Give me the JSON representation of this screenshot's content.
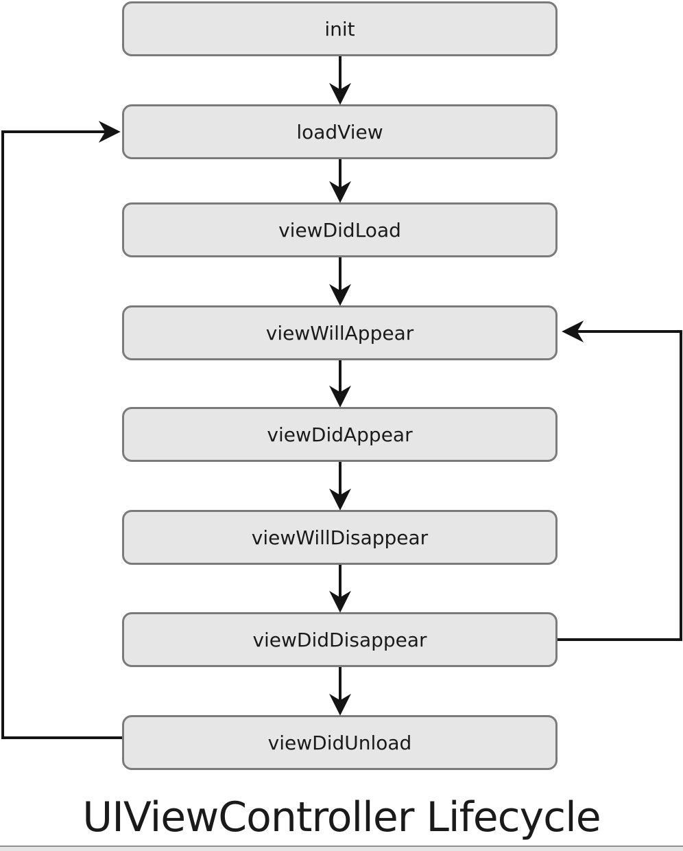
{
  "diagram": {
    "title": "UIViewController Lifecycle",
    "type": "flowchart",
    "nodes": [
      {
        "id": "init",
        "label": "init"
      },
      {
        "id": "loadView",
        "label": "loadView"
      },
      {
        "id": "viewDidLoad",
        "label": "viewDidLoad"
      },
      {
        "id": "viewWillAppear",
        "label": "viewWillAppear"
      },
      {
        "id": "viewDidAppear",
        "label": "viewDidAppear"
      },
      {
        "id": "viewWillDisappear",
        "label": "viewWillDisappear"
      },
      {
        "id": "viewDidDisappear",
        "label": "viewDidDisappear"
      },
      {
        "id": "viewDidUnload",
        "label": "viewDidUnload"
      }
    ],
    "edges": [
      {
        "from": "init",
        "to": "loadView",
        "type": "straight-down"
      },
      {
        "from": "loadView",
        "to": "viewDidLoad",
        "type": "straight-down"
      },
      {
        "from": "viewDidLoad",
        "to": "viewWillAppear",
        "type": "straight-down"
      },
      {
        "from": "viewWillAppear",
        "to": "viewDidAppear",
        "type": "straight-down"
      },
      {
        "from": "viewDidAppear",
        "to": "viewWillDisappear",
        "type": "straight-down"
      },
      {
        "from": "viewWillDisappear",
        "to": "viewDidDisappear",
        "type": "straight-down"
      },
      {
        "from": "viewDidDisappear",
        "to": "viewDidUnload",
        "type": "straight-down"
      },
      {
        "from": "viewDidDisappear",
        "to": "viewWillAppear",
        "type": "loop-right-side"
      },
      {
        "from": "viewDidUnload",
        "to": "loadView",
        "type": "loop-left-side"
      }
    ],
    "colors": {
      "background": "#ffffff",
      "node_fill": "#e6e6e6",
      "node_border": "#7a7a7a",
      "arrow": "#141414",
      "text": "#1a1a1a",
      "edge_strip": "#e6e6e6",
      "edge_line": "#8f8f8f"
    }
  }
}
